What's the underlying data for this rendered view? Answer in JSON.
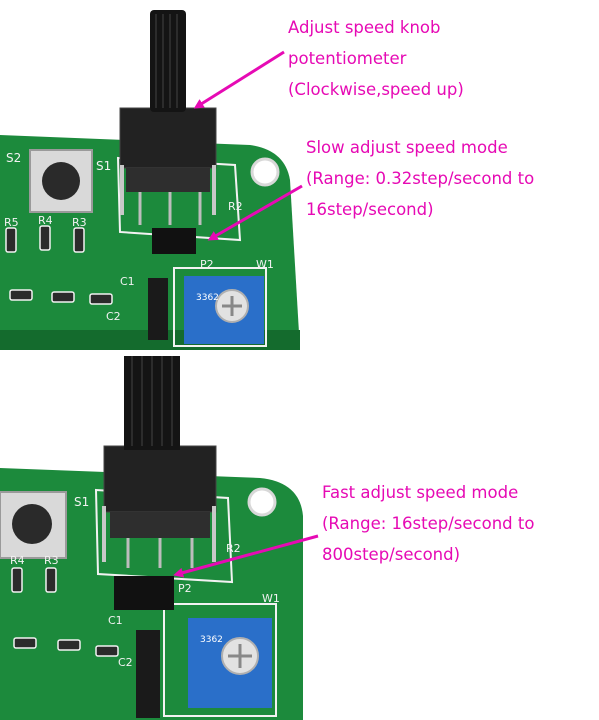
{
  "annotations": {
    "knob": {
      "lines": [
        "Adjust speed knob",
        "potentiometer",
        "(Clockwise,speed up)"
      ]
    },
    "slow_mode": {
      "lines": [
        "Slow adjust speed mode",
        "(Range: 0.32step/second to",
        "16step/second)"
      ]
    },
    "fast_mode": {
      "lines": [
        "Fast adjust speed mode",
        "(Range: 16step/second to",
        "800step/second)"
      ]
    }
  },
  "board_labels": {
    "top": {
      "s2": "S2",
      "s1": "S1",
      "r5": "R5",
      "r4": "R4",
      "r3": "R3",
      "r2": "R2",
      "p2": "P2",
      "w1": "W1",
      "c1": "C1",
      "c2": "C2",
      "pot_code": "3362"
    },
    "bottom": {
      "s1": "S1",
      "r4": "R4",
      "r3": "R3",
      "r2": "R2",
      "p2": "P2",
      "w1": "W1",
      "c1": "C1",
      "c2": "C2",
      "pot_code": "3362"
    }
  },
  "colors": {
    "annotation": "#e60ab4",
    "pcb": "#1c8a3c",
    "pcb_dark": "#146b2d",
    "silkscreen": "#f2f2f2",
    "trimmer": "#2a6fc9"
  }
}
